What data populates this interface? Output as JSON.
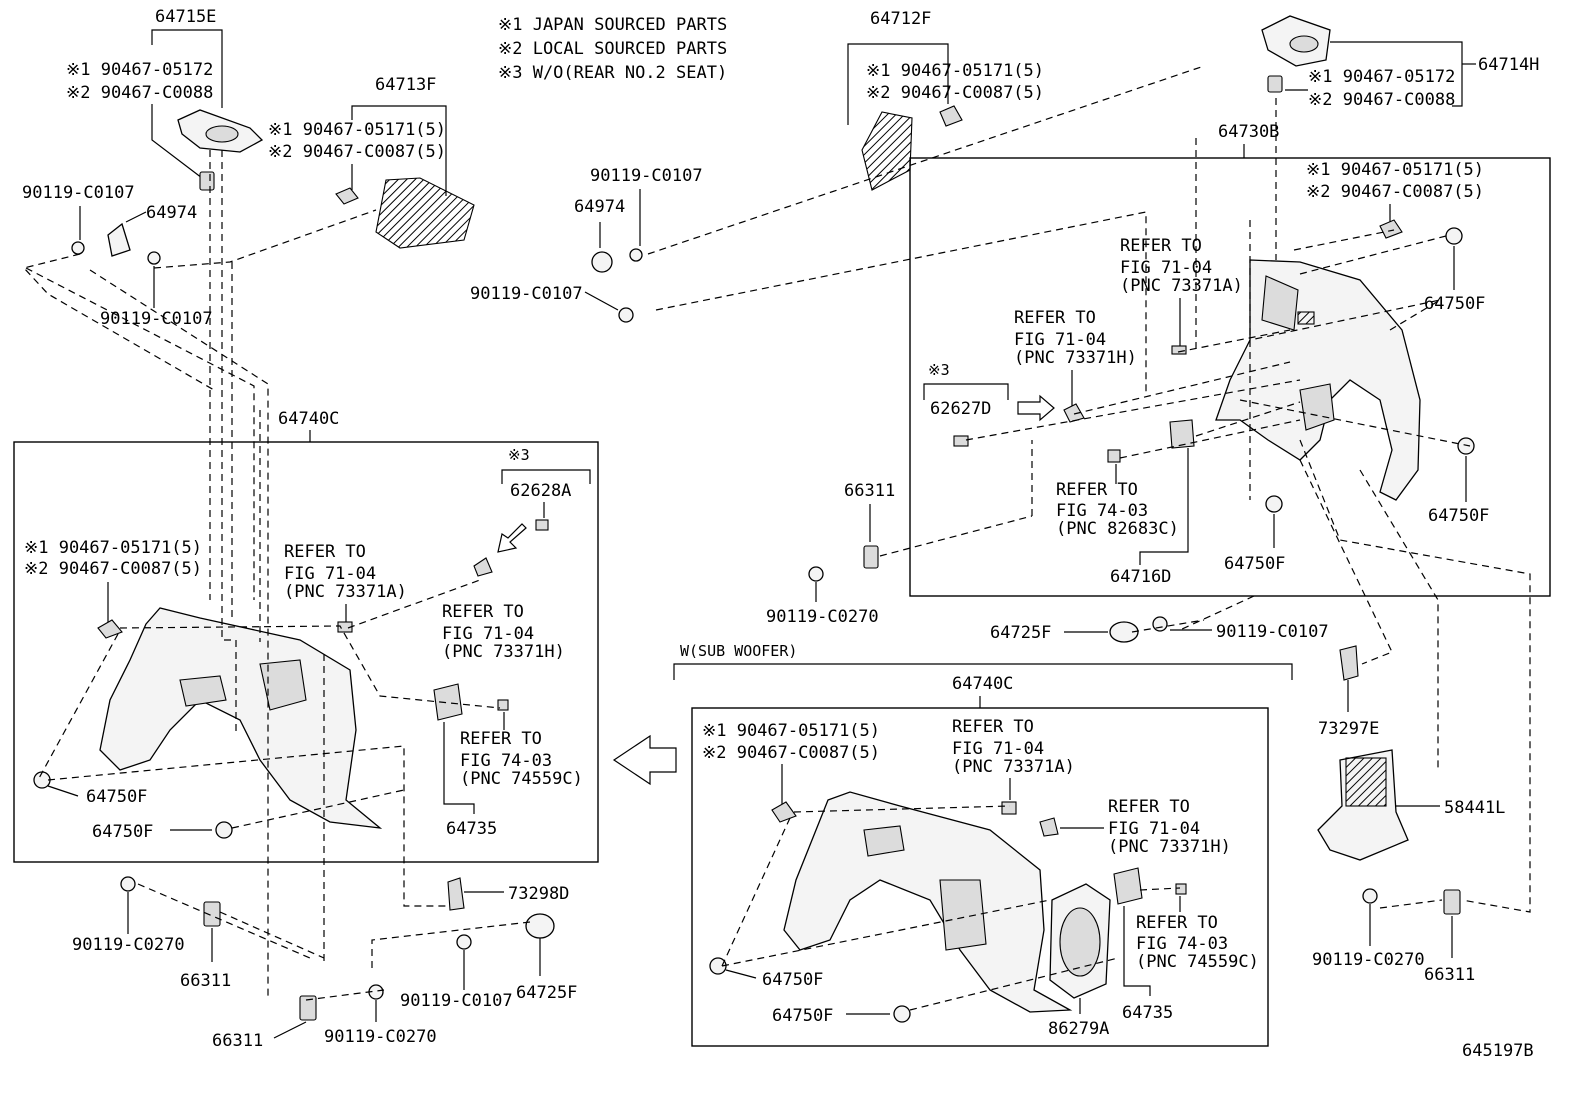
{
  "diagram": {
    "legend": [
      "※1 JAPAN SOURCED PARTS",
      "※2 LOCAL SOURCED PARTS",
      "※3 W/O(REAR NO.2 SEAT)"
    ],
    "code": "645197B",
    "sub_woofer_label": "W(SUB WOOFER)",
    "labels": {
      "p64715E": "64715E",
      "e64715E_1": "※1 90467-05172",
      "e64715E_2": "※2 90467-C0088",
      "p64713F": "64713F",
      "e64713F_1": "※1 90467-05171(5)",
      "e64713F_2": "※2 90467-C0087(5)",
      "p90119_a": "90119-C0107",
      "p64974_a": "64974",
      "p90119_b": "90119-C0107",
      "p64712F": "64712F",
      "e64712F_1": "※1 90467-05171(5)",
      "e64712F_2": "※2 90467-C0087(5)",
      "p90119_c": "90119-C0107",
      "p64974_b": "64974",
      "p90119_d": "90119-C0107",
      "p64714H": "64714H",
      "e64714H_1": "※1 90467-05172",
      "e64714H_2": "※2 90467-C0088",
      "p64730B": "64730B",
      "e64730B_1": "※1 90467-05171(5)",
      "e64730B_2": "※2 90467-C0087(5)",
      "r1_a": "REFER TO",
      "r1_b": "FIG 71-04",
      "r1_c": "(PNC 73371A)",
      "r2_a": "REFER TO",
      "r2_b": "FIG 71-04",
      "r2_c": "(PNC 73371H)",
      "s3_a": "※3",
      "p62627D": "62627D",
      "r3_a": "REFER TO",
      "r3_b": "FIG 74-03",
      "r3_c": "(PNC 82683C)",
      "p64716D": "64716D",
      "p64750F_a": "64750F",
      "p64750F_b": "64750F",
      "p64750F_c": "64750F",
      "p66311_a": "66311",
      "p90119_e": "90119-C0270",
      "p64725F_a": "64725F",
      "p90119_f": "90119-C0107",
      "p73297E": "73297E",
      "p58441L": "58441L",
      "p90119_g": "90119-C0270",
      "p66311_b": "66311",
      "p64740C_a": "64740C",
      "s3_b": "※3",
      "p62628A": "62628A",
      "e64740C_1": "※1 90467-05171(5)",
      "e64740C_2": "※2 90467-C0087(5)",
      "r4_a": "REFER TO",
      "r4_b": "FIG 71-04",
      "r4_c": "(PNC 73371A)",
      "r5_a": "REFER TO",
      "r5_b": "FIG 71-04",
      "r5_c": "(PNC 73371H)",
      "r6_a": "REFER TO",
      "r6_b": "FIG 74-03",
      "r6_c": "(PNC 74559C)",
      "p64735_a": "64735",
      "p64750F_d": "64750F",
      "p64750F_e": "64750F",
      "p90119_h": "90119-C0270",
      "p66311_c": "66311",
      "p73298D": "73298D",
      "p90119_i": "90119-C0107",
      "p64725F_b": "64725F",
      "p66311_d": "66311",
      "p90119_j": "90119-C0270",
      "p64740C_b": "64740C",
      "e64740C_b1": "※1 90467-05171(5)",
      "e64740C_b2": "※2 90467-C0087(5)",
      "r7_a": "REFER TO",
      "r7_b": "FIG 71-04",
      "r7_c": "(PNC 73371A)",
      "r8_a": "REFER TO",
      "r8_b": "FIG 71-04",
      "r8_c": "(PNC 73371H)",
      "r9_a": "REFER TO",
      "r9_b": "FIG 74-03",
      "r9_c": "(PNC 74559C)",
      "p64750F_f": "64750F",
      "p64750F_g": "64750F",
      "p86279A": "86279A",
      "p64735_b": "64735"
    }
  }
}
